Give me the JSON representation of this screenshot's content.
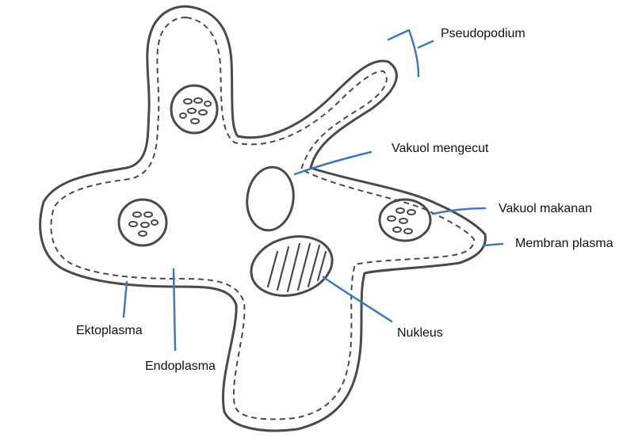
{
  "labels": {
    "pseudopodium": "Pseudopodium",
    "vakuol_mengecut": "Vakuol mengecut",
    "vakuol_makanan": "Vakuol makanan",
    "membran_plasma": "Membran plasma",
    "nukleus": "Nukleus",
    "ektoplasma": "Ektoplasma",
    "endoplasma": "Endoplasma"
  },
  "colors": {
    "outline": "#4a4a4a",
    "leader": "#3f78c0",
    "text": "#111111"
  }
}
